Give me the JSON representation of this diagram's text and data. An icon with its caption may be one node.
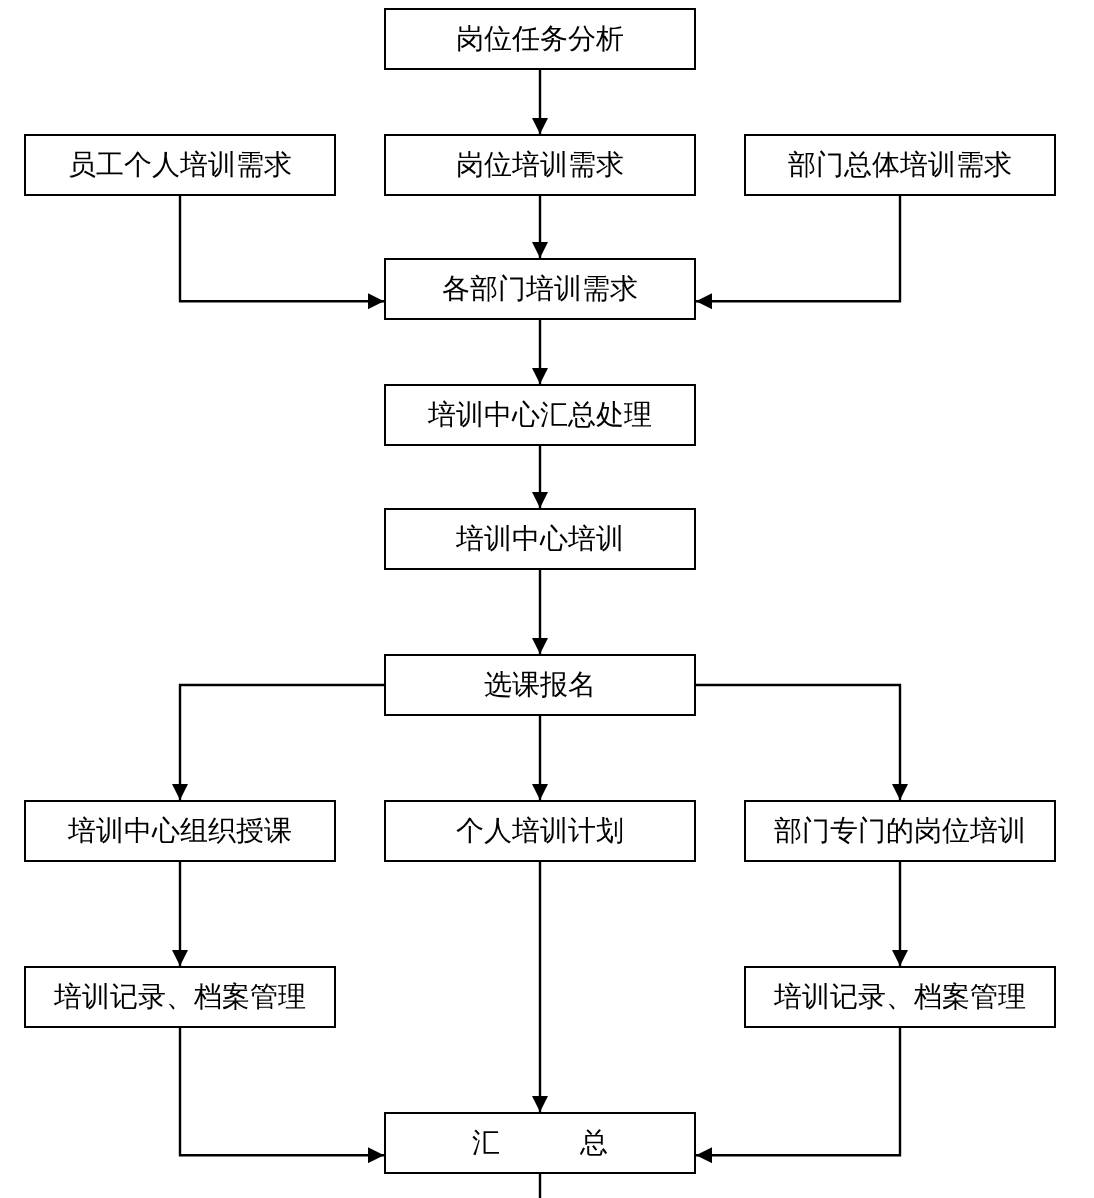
{
  "diagram": {
    "nodes": [
      {
        "text": [
          "岗位任务分析"
        ]
      },
      {
        "text": [
          "员工个人培训需求"
        ]
      },
      {
        "text": [
          "岗位培训需求"
        ]
      },
      {
        "text": [
          "部门总体培训需求"
        ]
      },
      {
        "text": [
          "各部门培训需求"
        ]
      },
      {
        "text": [
          "培训中心汇总处理"
        ]
      },
      {
        "text": [
          "培训中心培训"
        ]
      },
      {
        "text": [
          "选课报名"
        ]
      },
      {
        "text": [
          "培训中心组织授课"
        ]
      },
      {
        "text": [
          "个人培训计划"
        ]
      },
      {
        "text": [
          "部门专门的岗位培训"
        ]
      },
      {
        "text": [
          "培训记录、档案管理"
        ]
      },
      {
        "text": [
          "培训记录、档案管理"
        ]
      },
      {
        "text": [
          "汇总"
        ]
      }
    ],
    "edges": [
      {
        "from": 0,
        "to": 2,
        "arrow": "to"
      },
      {
        "from": 1,
        "to": 4,
        "arrow": "to"
      },
      {
        "from": 2,
        "to": 4,
        "arrow": "to"
      },
      {
        "from": 3,
        "to": 4,
        "arrow": "to"
      },
      {
        "from": 4,
        "to": 5,
        "arrow": "to"
      },
      {
        "from": 5,
        "to": 6,
        "arrow": "to"
      },
      {
        "from": 6,
        "to": 7,
        "arrow": "to"
      },
      {
        "from": 7,
        "to": 8,
        "arrow": "to"
      },
      {
        "from": 7,
        "to": 9,
        "arrow": "to"
      },
      {
        "from": 7,
        "to": 10,
        "arrow": "to"
      },
      {
        "from": 8,
        "to": 11,
        "arrow": "to"
      },
      {
        "from": 10,
        "to": 12,
        "arrow": "to"
      },
      {
        "from": 11,
        "to": 13,
        "arrow": "to"
      },
      {
        "from": 9,
        "to": 13,
        "arrow": "to"
      },
      {
        "from": 12,
        "to": 13,
        "arrow": "to"
      },
      {
        "from": 13,
        "to": null,
        "arrow": "none"
      }
    ]
  }
}
